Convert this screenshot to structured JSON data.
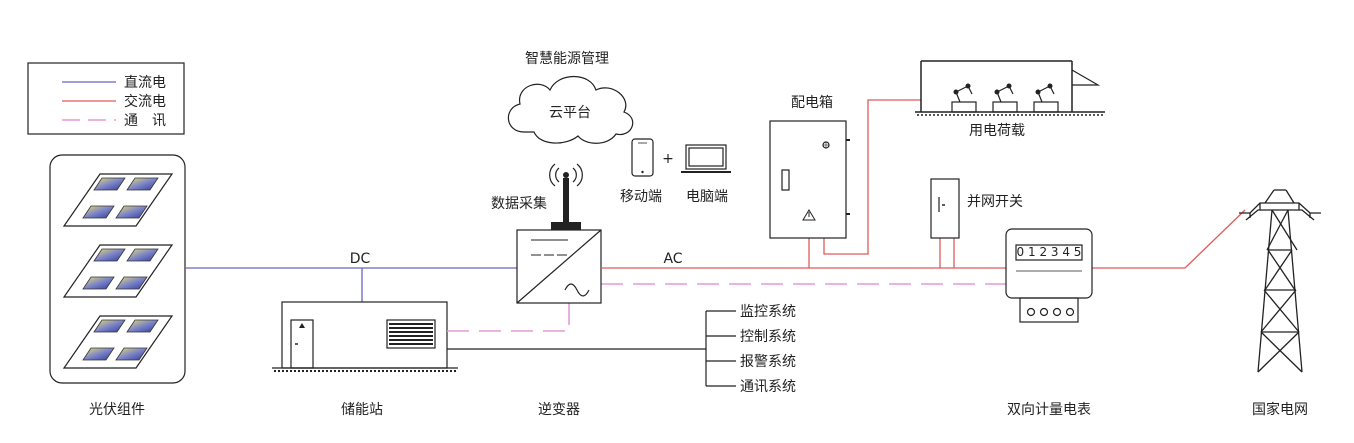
{
  "legend": {
    "dc": "直流电",
    "ac": "交流电",
    "comm": "通　讯"
  },
  "nodes": {
    "pv": "光伏组件",
    "storage": "储能站",
    "inverter": "逆变器",
    "data_collect": "数据采集",
    "cloud_title": "智慧能源管理",
    "cloud": "云平台",
    "mobile": "移动端",
    "pc": "电脑端",
    "plus": "+",
    "dist_box": "配电箱",
    "load": "用电荷载",
    "grid_switch": "并网开关",
    "meter": "双向计量电表",
    "meter_digits": "0 1 2 3 4 5",
    "grid": "国家电网"
  },
  "line_labels": {
    "dc": "DC",
    "ac": "AC"
  },
  "systems": [
    "监控系统",
    "控制系统",
    "报警系统",
    "通讯系统"
  ],
  "colors": {
    "dc": "#6a63c8",
    "ac": "#e05a5a",
    "comm": "#e69ad8"
  }
}
